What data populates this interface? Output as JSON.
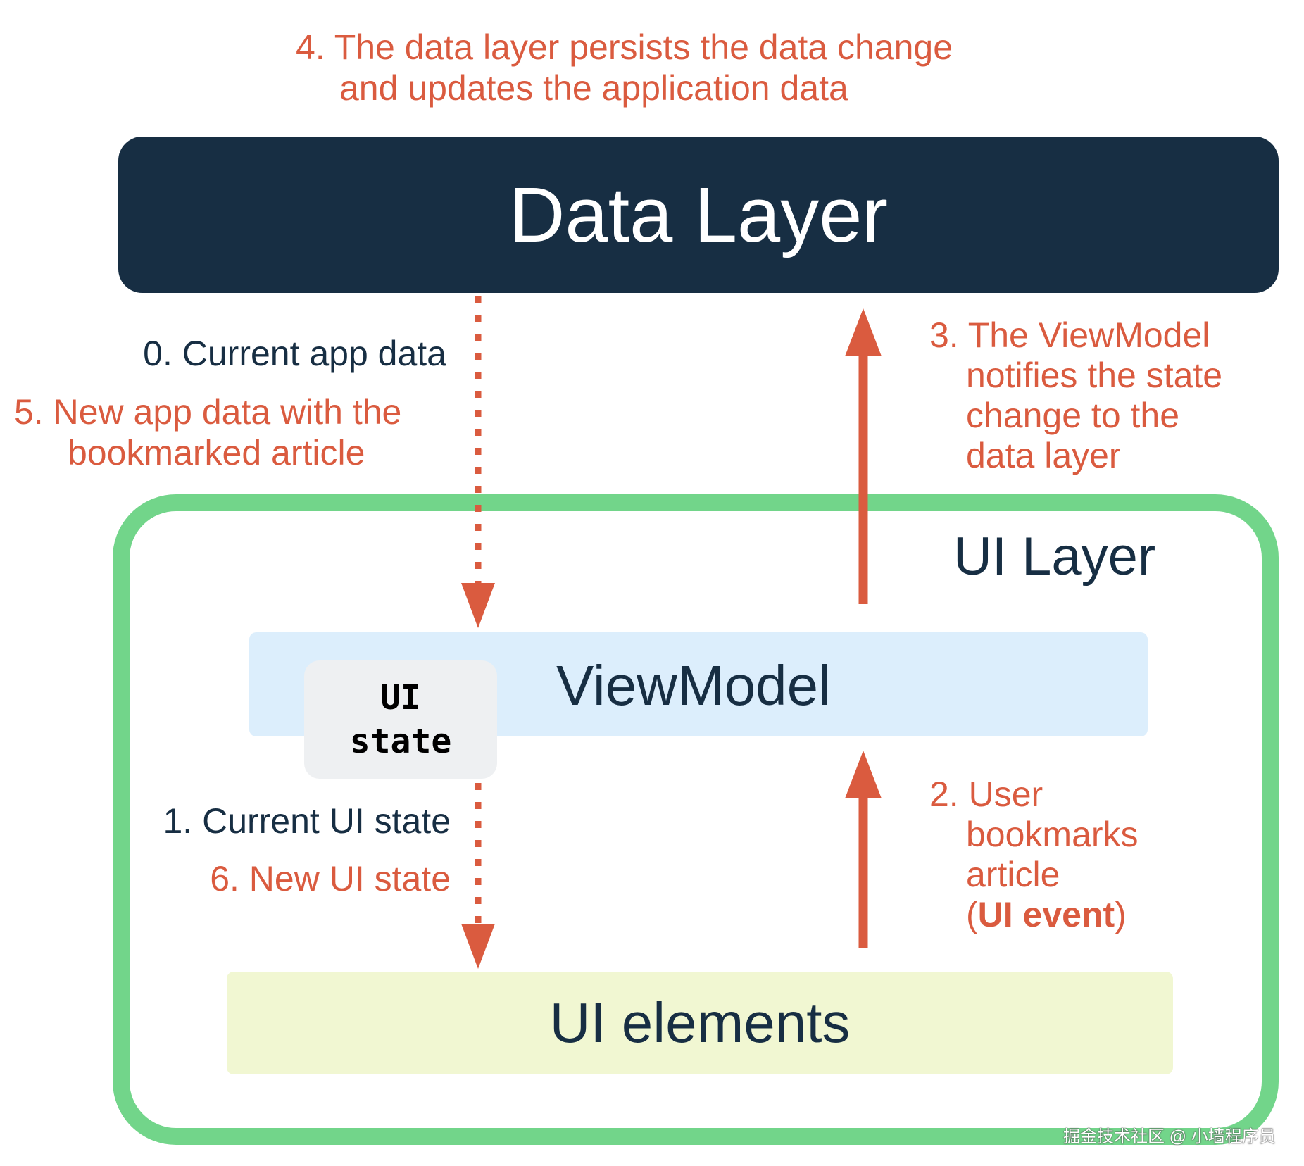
{
  "colors": {
    "accent_red": "#DA5B3F",
    "navy": "#172E43",
    "green": "#72D58A",
    "viewmodel_bg": "#DCEEFC",
    "ui_elements_bg": "#F1F7D2",
    "ui_state_bg": "#EEF0F2"
  },
  "step4": {
    "line1": "4. The data layer persists the data change",
    "line2": "and updates the application data"
  },
  "data_layer": {
    "label": "Data Layer"
  },
  "ui_layer": {
    "label": "UI Layer"
  },
  "viewmodel": {
    "label": "ViewModel"
  },
  "ui_state": {
    "line1": "UI",
    "line2": "state"
  },
  "ui_elements": {
    "label": "UI elements"
  },
  "step0": {
    "text": "0. Current app data"
  },
  "step5": {
    "line1": "5. New app data with the",
    "line2": "bookmarked article"
  },
  "step1": {
    "text": "1. Current UI state"
  },
  "step6": {
    "text": "6. New UI state"
  },
  "step3": {
    "line1": "3. The ViewModel",
    "line2": "notifies the state",
    "line3": "change to the",
    "line4": "data layer"
  },
  "step2": {
    "line1": "2. User",
    "line2": "bookmarks",
    "line3": "article",
    "line4_open": "(",
    "line4_bold": "UI event",
    "line4_close": ")"
  },
  "watermark": {
    "text": "掘金技术社区 @ 小墙程序员"
  }
}
